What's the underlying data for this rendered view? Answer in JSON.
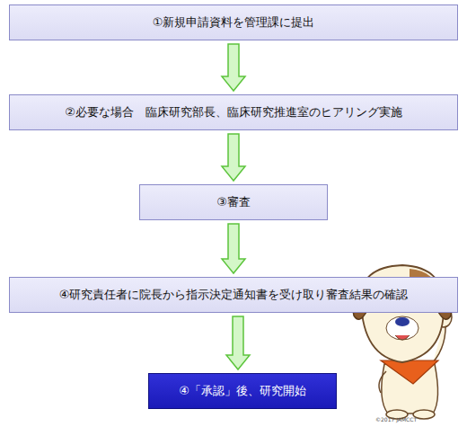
{
  "diagram": {
    "nodes": [
      {
        "text": [
          "①新規申請資料を管理課に提出"
        ]
      },
      {
        "text": [
          "②必要な場合　臨床研究部長、臨床研究推進室のヒアリング実施"
        ]
      },
      {
        "text": [
          "③審査"
        ]
      },
      {
        "text": [
          "④研究責任者に院長から指示決定通知書を受け取り審査結果の確認"
        ]
      },
      {
        "text": [
          "④「承認」後、研究開始"
        ]
      }
    ],
    "edges": [
      {
        "from": 0,
        "to": 1,
        "arrow": "to"
      },
      {
        "from": 1,
        "to": 2,
        "arrow": "to"
      },
      {
        "from": 2,
        "to": 3,
        "arrow": "to"
      },
      {
        "from": 3,
        "to": 4,
        "arrow": "to"
      }
    ],
    "labels": [
      "©2017 JAMCCT"
    ]
  }
}
